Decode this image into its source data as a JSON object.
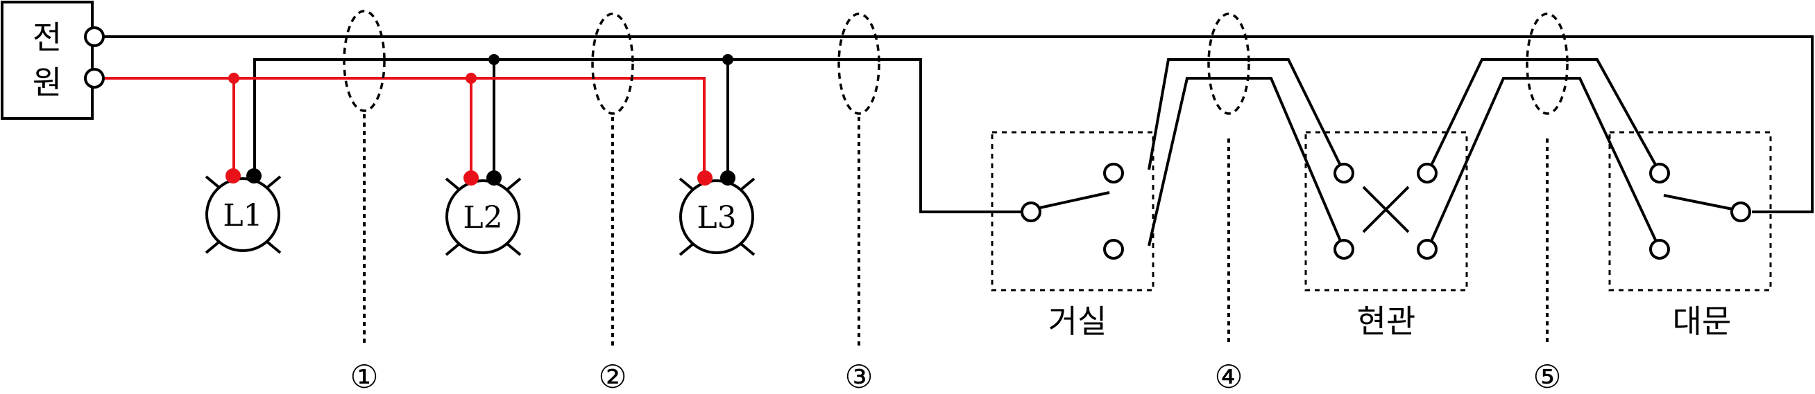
{
  "power": {
    "line1": "전",
    "line2": "원"
  },
  "lamps": [
    "L1",
    "L2",
    "L3"
  ],
  "switch_rooms": [
    "거실",
    "현관",
    "대문"
  ],
  "markers": [
    "①",
    "②",
    "③",
    "④",
    "⑤"
  ],
  "colors": {
    "line": "#000000",
    "red_wire": "#e8111a",
    "background": "#ffffff"
  }
}
